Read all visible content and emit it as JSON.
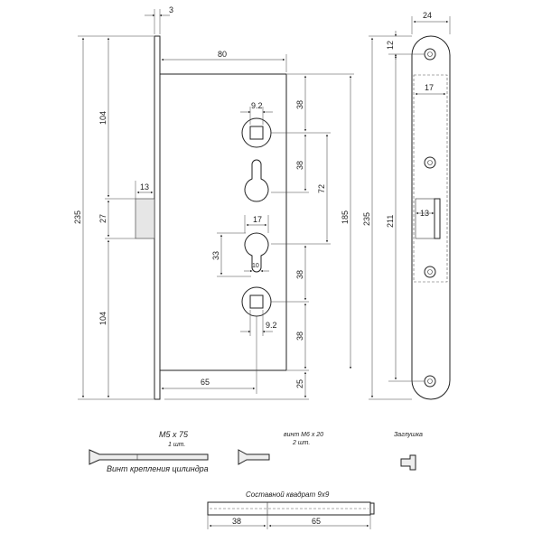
{
  "colors": {
    "line": "#222222",
    "bolt_fill": "#e6e6e6",
    "screw_fill": "#eeeeee"
  },
  "dimensions": {
    "faceplate_thickness": "3",
    "case_width": "80",
    "spindle_square": "9.2",
    "spindle_square_lower": "9.2",
    "top_upper": "104",
    "lower": "104",
    "overall_height": "235",
    "bolt_width": "13",
    "bolt_height": "27",
    "cyl_upper_offset": "38",
    "cyl_gap": "38",
    "cyl_lower_gap": "38",
    "spindle_distance": "72",
    "inner_height": "185",
    "cylinder_width": "17",
    "cylinder_height": "33",
    "cylinder_narrow": "10",
    "lower_offset": "38",
    "bottom_margin": "25",
    "backset": "65",
    "strike_width": "24",
    "strike_top": "12",
    "strike_overall": "235",
    "strike_inner": "211",
    "strike_window": "17",
    "strike_bolt": "13",
    "spindle_rod_a": "38",
    "spindle_rod_b": "65"
  },
  "parts": {
    "screw_label": "M5 x 75",
    "screw_qty": "1 шт.",
    "screw_caption": "Винт крепления цилиндра",
    "small_screw_label": "винт М6 х 20",
    "small_screw_qty": "2 шт.",
    "plug_caption": "Заглушка",
    "spindle_caption": "Составной квадрат 9х9"
  }
}
